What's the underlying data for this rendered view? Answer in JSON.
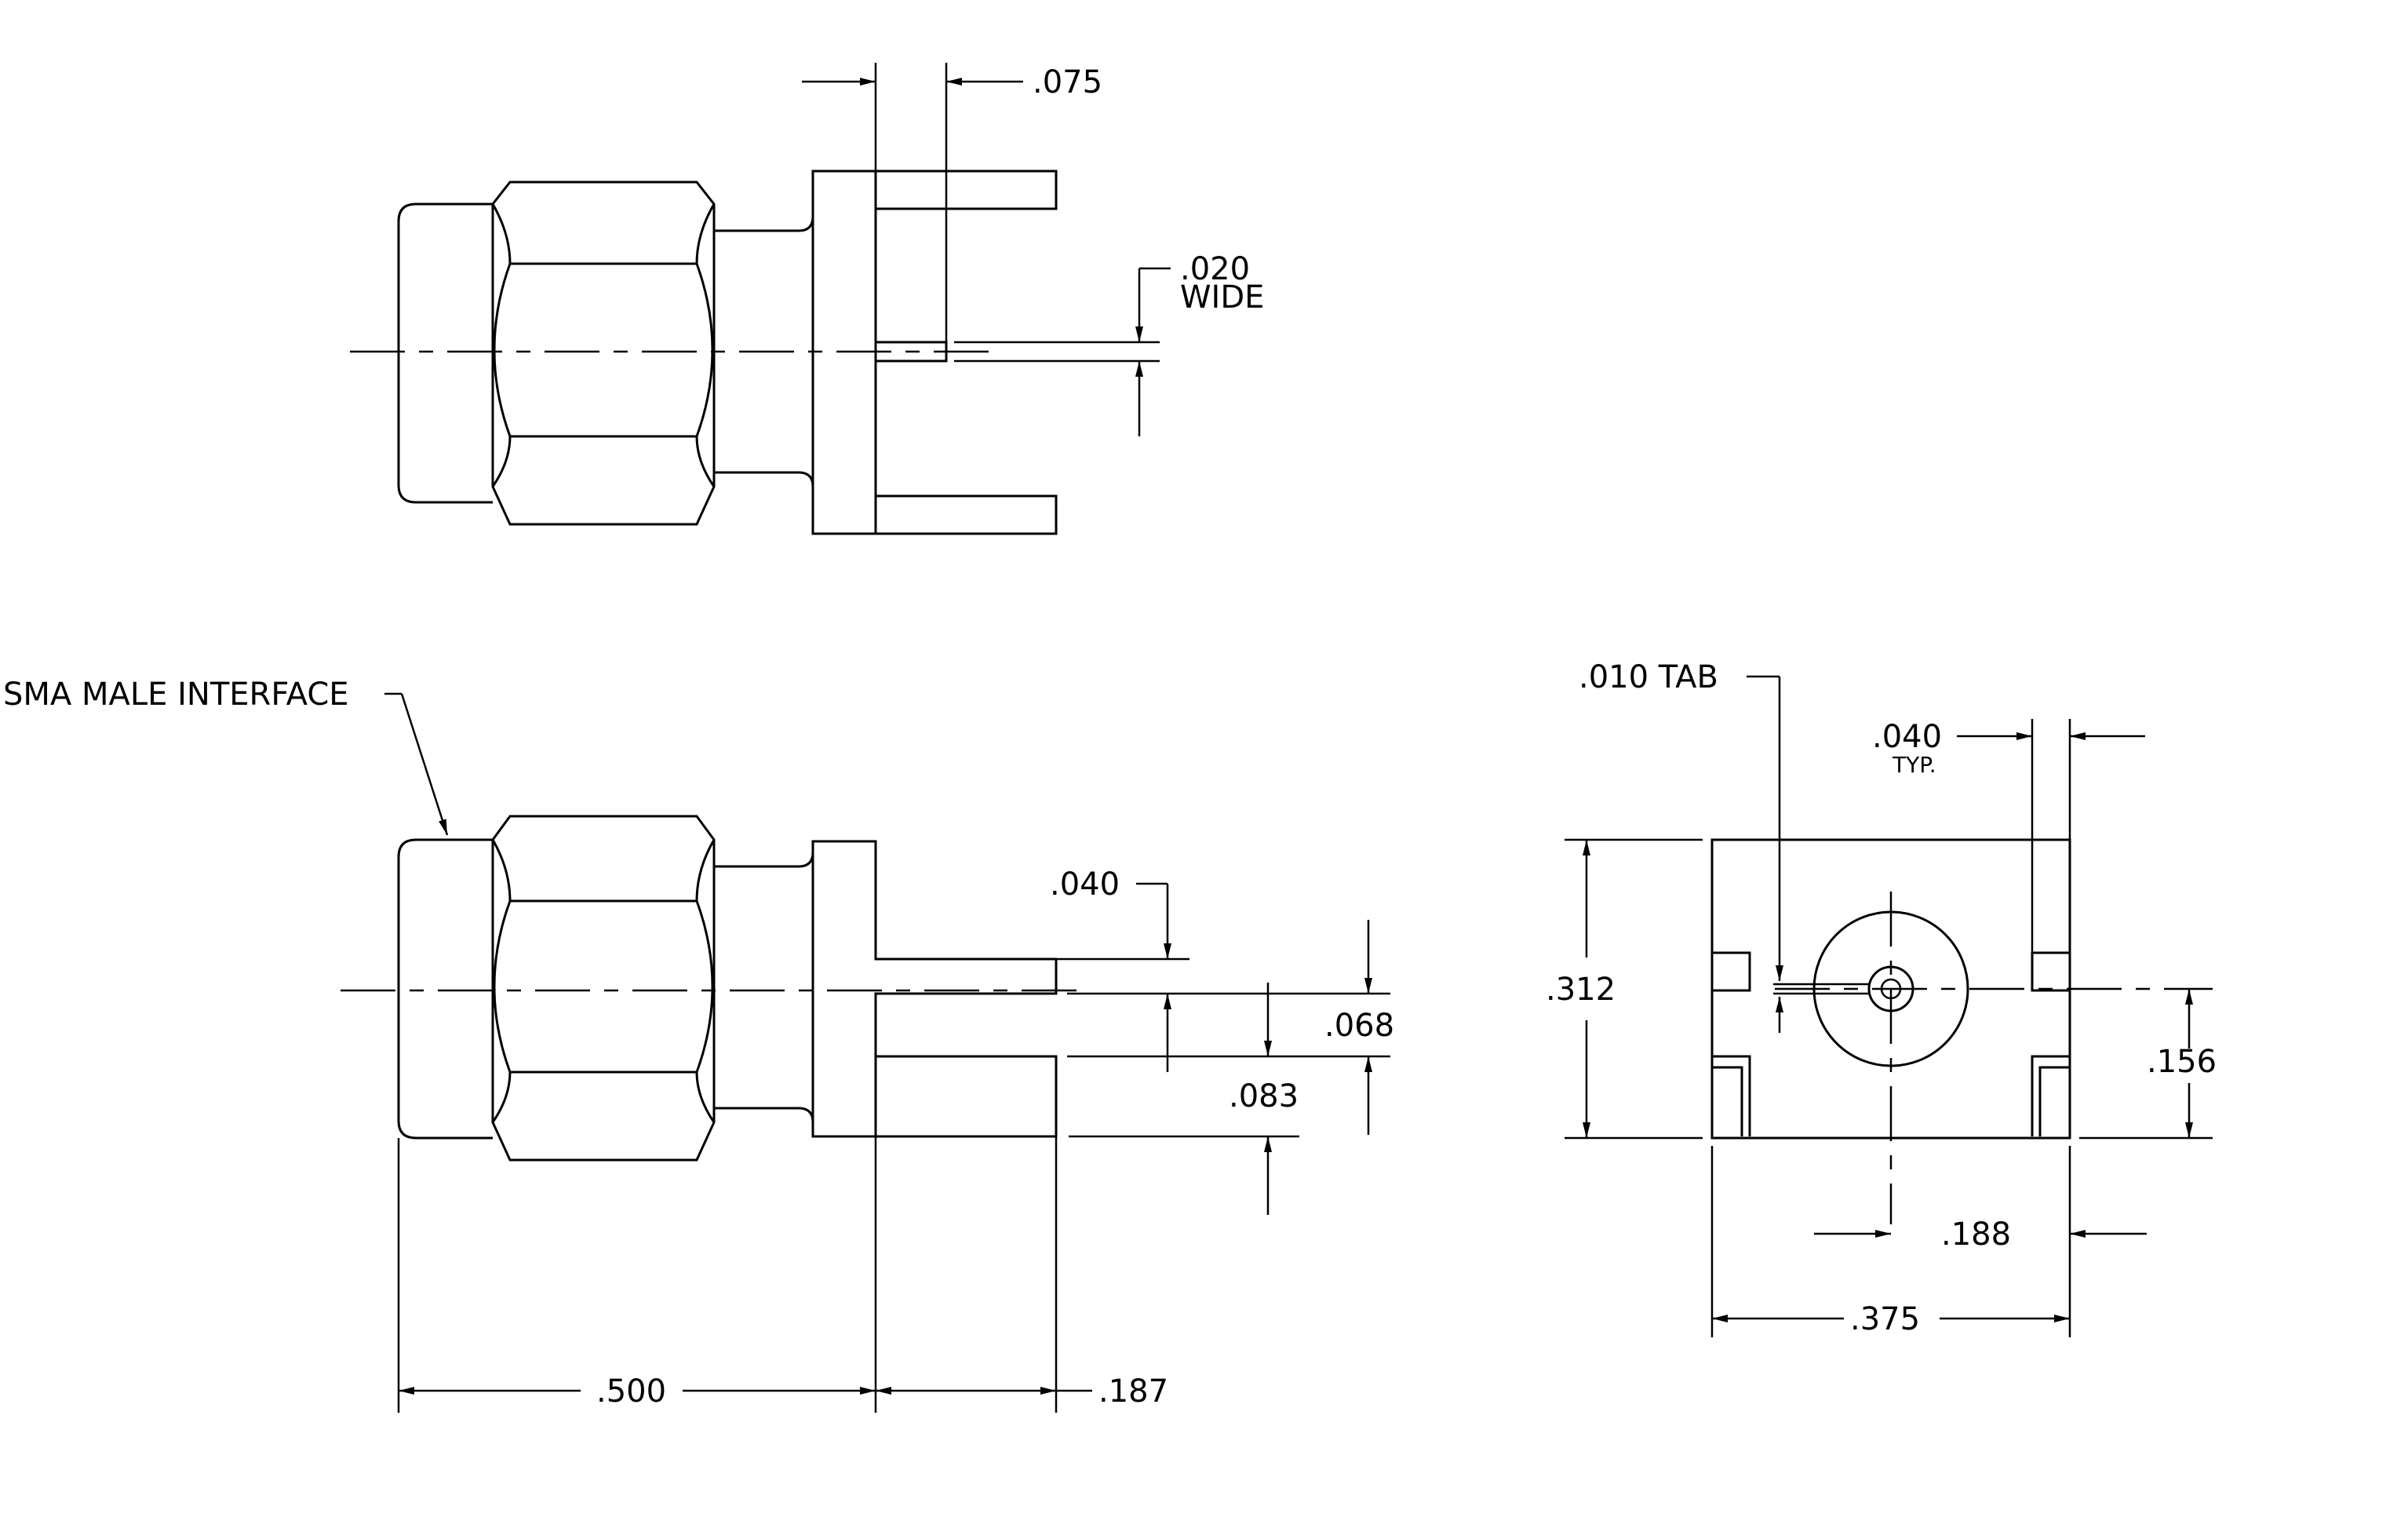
{
  "labels": {
    "interface": "SMA MALE INTERFACE",
    "tab": ".010 TAB"
  },
  "dims": {
    "d075": ".075",
    "d020": ".020",
    "wide": "WIDE",
    "d040_side": ".040",
    "d068": ".068",
    "d083": ".083",
    "d500": ".500",
    "d187": ".187",
    "d040_typ": ".040",
    "typ": "TYP.",
    "d312": ".312",
    "d156": ".156",
    "d188": ".188",
    "d375": ".375"
  }
}
